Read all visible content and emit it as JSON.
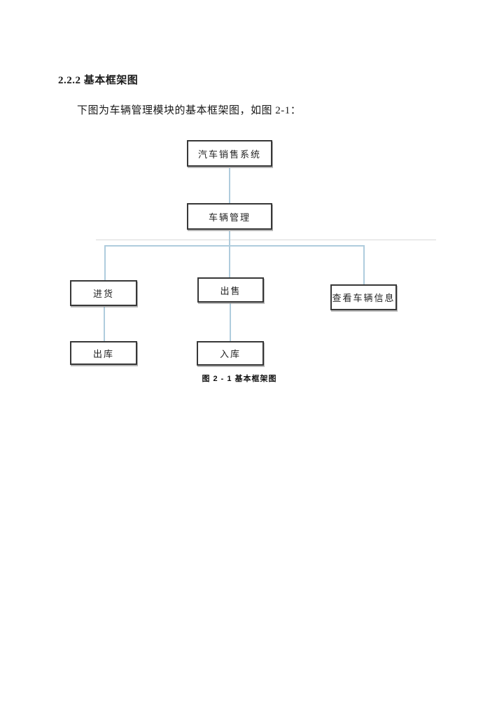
{
  "document": {
    "section_heading": "2.2.2 基本框架图",
    "intro_text": "下图为车辆管理模块的基本框架图，如图 2-1：",
    "figure_caption": "图 2 - 1 基本框架图"
  },
  "diagram": {
    "type": "hierarchy-flowchart",
    "nodes": [
      {
        "id": "car-sales-system",
        "label": "汽车销售系统",
        "level": 1
      },
      {
        "id": "vehicle-management",
        "label": "车辆管理",
        "level": 2
      },
      {
        "id": "purchase",
        "label": "进货",
        "level": 3
      },
      {
        "id": "sell",
        "label": "出售",
        "level": 3
      },
      {
        "id": "view-vehicle-info",
        "label": "查看车辆信息",
        "level": 3
      },
      {
        "id": "stock-out",
        "label": "出库",
        "level": 4
      },
      {
        "id": "stock-in",
        "label": "入库",
        "level": 4
      }
    ],
    "edges": [
      {
        "from": "car-sales-system",
        "to": "vehicle-management"
      },
      {
        "from": "vehicle-management",
        "to": "purchase"
      },
      {
        "from": "vehicle-management",
        "to": "sell"
      },
      {
        "from": "vehicle-management",
        "to": "view-vehicle-info"
      },
      {
        "from": "purchase",
        "to": "stock-out"
      },
      {
        "from": "sell",
        "to": "stock-in"
      }
    ],
    "connector_color": "#afccdd",
    "box_border_color": "#373737"
  }
}
